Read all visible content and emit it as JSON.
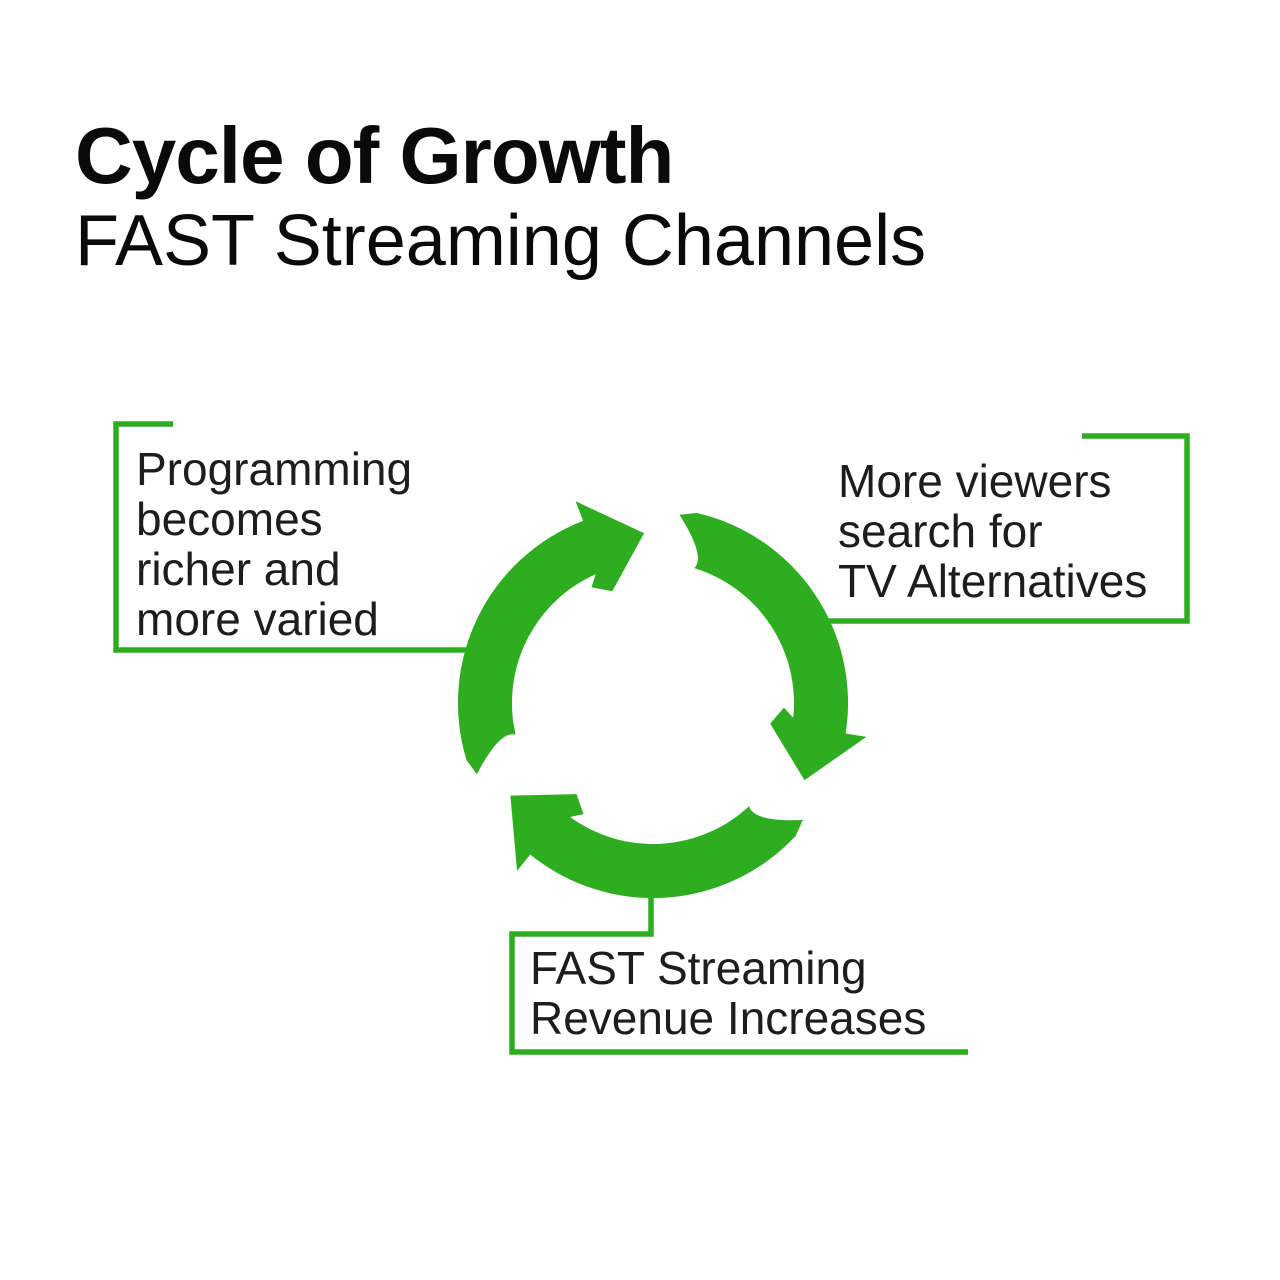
{
  "title": {
    "line1": "Cycle of Growth",
    "line2": "FAST Streaming Channels"
  },
  "colors": {
    "accent_green": "#2FAD21",
    "text_dark": "#1d1d1d",
    "title_black": "#0a0a0a",
    "background": "#ffffff"
  },
  "diagram": {
    "type": "cycle",
    "icon": "cycle-arrows-icon",
    "direction": "clockwise",
    "steps": [
      {
        "position": "left",
        "lines": [
          "Programming",
          "becomes",
          "richer and",
          "more varied"
        ]
      },
      {
        "position": "right",
        "lines": [
          "More viewers",
          "search for",
          "TV Alternatives"
        ]
      },
      {
        "position": "bottom",
        "lines": [
          "FAST Streaming",
          "Revenue Increases"
        ]
      }
    ]
  }
}
